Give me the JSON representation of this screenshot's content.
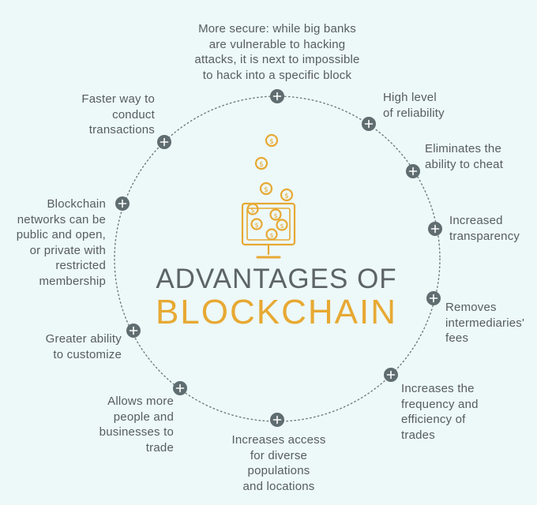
{
  "title": {
    "line1": "ADVANTAGES OF",
    "line2": "BLOCKCHAIN"
  },
  "advantages": [
    "More secure: while big banks\nare vulnerable to hacking\nattacks, it is next to impossible\nto hack into a specific block",
    "High level\nof reliability",
    "Eliminates the\nability to cheat",
    "Increased\ntransparency",
    "Removes\nintermediaries'\nfees",
    "Increases the\nfrequency and\nefficiency of\ntrades",
    "Increases access\nfor diverse\npopulations\nand locations",
    "Allows more\npeople and\nbusinesses to\ntrade",
    "Greater ability\nto customize",
    "Blockchain\nnetworks can be\npublic and open,\nor private with\nrestricted\nmembership",
    "Faster way to\nconduct\ntransactions"
  ],
  "colors": {
    "background": "#edf8f9",
    "accent_gold": "#e7a933",
    "node_fill": "#5f6d70",
    "text": "#555d61"
  },
  "icons": {
    "node": "plus-icon",
    "center": "computer-with-coins-icon"
  }
}
